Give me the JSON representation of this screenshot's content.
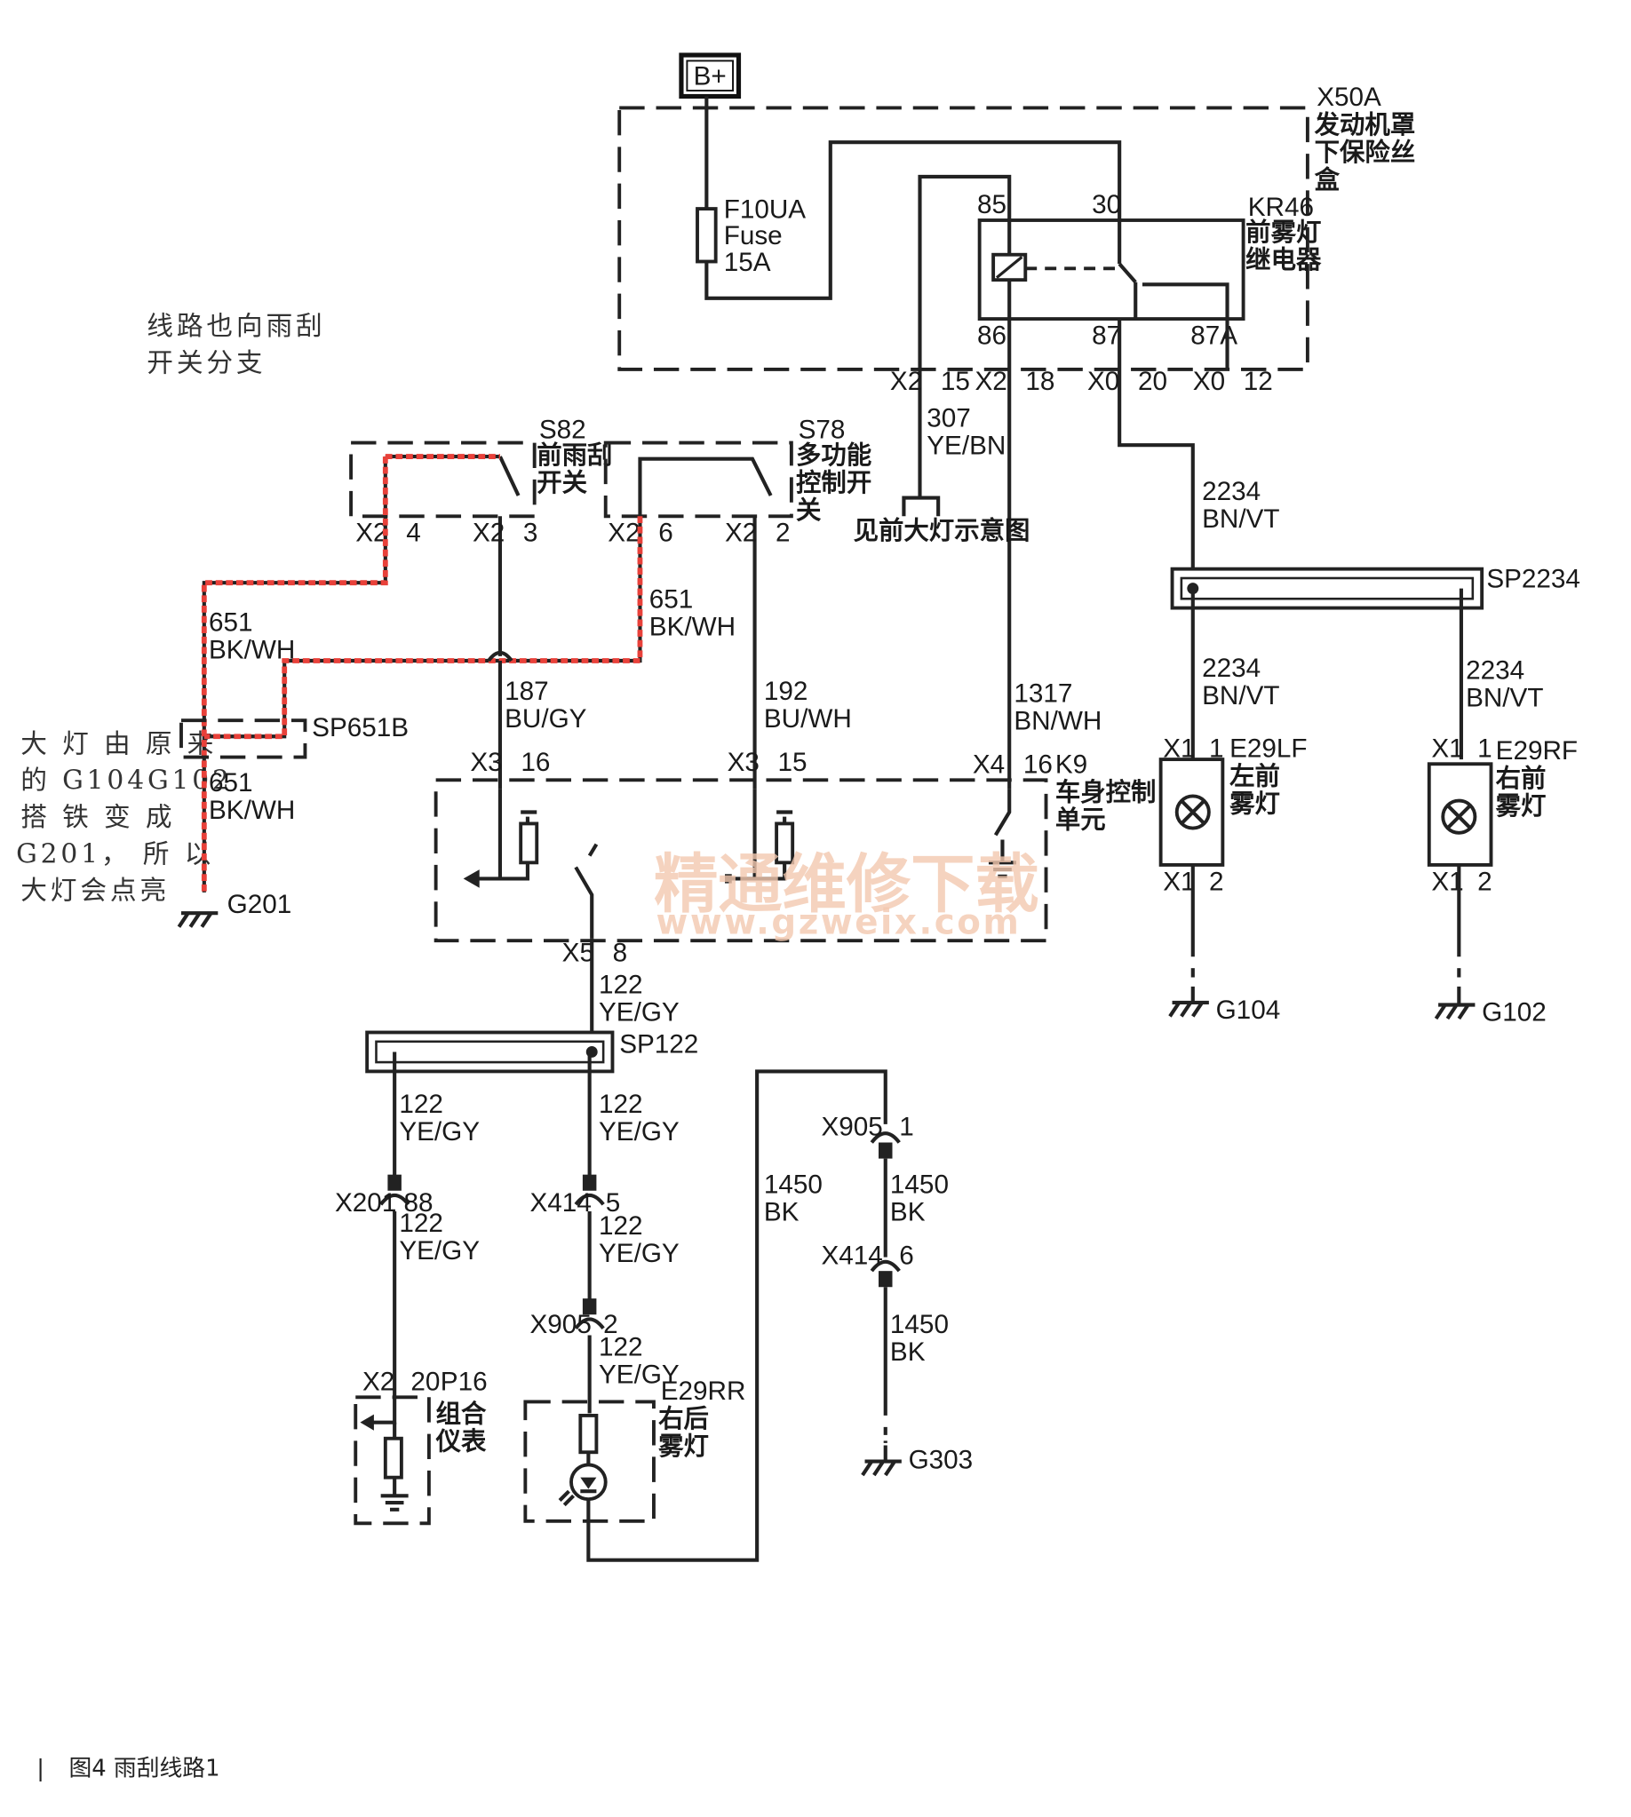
{
  "power": {
    "label": "B+"
  },
  "fusebox": {
    "id": "X50A",
    "name_lines": [
      "发动机罩",
      "下保险丝",
      "盒"
    ]
  },
  "fuse": {
    "id": "F10UA",
    "type": "Fuse",
    "rating": "15A"
  },
  "relay": {
    "id": "KR46",
    "name_lines": [
      "前雾灯",
      "继电器"
    ],
    "pins": {
      "p85": "85",
      "p30": "30",
      "p86": "86",
      "p87": "87",
      "p87a": "87A"
    }
  },
  "fusebox_connectors": {
    "c1": {
      "conn": "X2",
      "pin": "15"
    },
    "c2": {
      "conn": "X2",
      "pin": "18"
    },
    "c3": {
      "conn": "X0",
      "pin": "20"
    },
    "c4": {
      "conn": "X0",
      "pin": "12"
    }
  },
  "headlamp_ref": {
    "wire": "307",
    "color": "YE/BN",
    "text": "见前大灯示意图"
  },
  "notes": {
    "top_lines": [
      "线路也向雨刮",
      "开关分支"
    ],
    "left_lines": [
      "大 灯 由 原 来",
      "的 G104G102",
      "搭  铁  变  成",
      "G201， 所 以",
      "大灯会点亮"
    ]
  },
  "s82": {
    "id": "S82",
    "name_lines": [
      "前雨刮",
      "开关"
    ],
    "pin_a": {
      "conn": "X2",
      "pin": "4"
    },
    "pin_b": {
      "conn": "X2",
      "pin": "3"
    }
  },
  "s78": {
    "id": "S78",
    "name_lines": [
      "多功能",
      "控制开",
      "关"
    ],
    "pin_a": {
      "conn": "X2",
      "pin": "6"
    },
    "pin_b": {
      "conn": "X2",
      "pin": "2"
    }
  },
  "wires": {
    "w651_left": {
      "num": "651",
      "color": "BK/WH"
    },
    "w651_right": {
      "num": "651",
      "color": "BK/WH"
    },
    "w651_low": {
      "num": "651",
      "color": "BK/WH"
    },
    "w187": {
      "num": "187",
      "color": "BU/GY"
    },
    "w192": {
      "num": "192",
      "color": "BU/WH"
    },
    "w1317": {
      "num": "1317",
      "color": "BN/WH"
    },
    "w2234_top": {
      "num": "2234",
      "color": "BN/VT"
    },
    "w2234_l": {
      "num": "2234",
      "color": "BN/VT"
    },
    "w2234_r": {
      "num": "2234",
      "color": "BN/VT"
    },
    "w122_top": {
      "num": "122",
      "color": "YE/GY"
    },
    "w122_a": {
      "num": "122",
      "color": "YE/GY"
    },
    "w122_b": {
      "num": "122",
      "color": "YE/GY"
    },
    "w122_c": {
      "num": "122",
      "color": "YE/GY"
    },
    "w122_d": {
      "num": "122",
      "color": "YE/GY"
    },
    "w122_e": {
      "num": "122",
      "color": "YE/GY"
    },
    "w1450_a": {
      "num": "1450",
      "color": "BK"
    },
    "w1450_b": {
      "num": "1450",
      "color": "BK"
    },
    "w1450_c": {
      "num": "1450",
      "color": "BK"
    }
  },
  "splices": {
    "sp651b": "SP651B",
    "sp2234": "SP2234",
    "sp122": "SP122"
  },
  "grounds": {
    "g201": "G201",
    "g104": "G104",
    "g102": "G102",
    "g303": "G303"
  },
  "bcm": {
    "id": "K9",
    "name_lines": [
      "车身控制",
      "单元"
    ],
    "pins": {
      "a": {
        "conn": "X3",
        "pin": "16"
      },
      "b": {
        "conn": "X3",
        "pin": "15"
      },
      "c": {
        "conn": "X4",
        "pin": "16"
      },
      "out": {
        "conn": "X5",
        "pin": "8"
      }
    }
  },
  "lamp_lf": {
    "id": "E29LF",
    "name_lines": [
      "左前",
      "雾灯"
    ],
    "pin_top": {
      "conn": "X1",
      "pin": "1"
    },
    "pin_bot": {
      "conn": "X1",
      "pin": "2"
    }
  },
  "lamp_rf": {
    "id": "E29RF",
    "name_lines": [
      "右前",
      "雾灯"
    ],
    "pin_top": {
      "conn": "X1",
      "pin": "1"
    },
    "pin_bot": {
      "conn": "X1",
      "pin": "2"
    }
  },
  "inline": {
    "x201": {
      "conn": "X201",
      "pin": "88"
    },
    "x414a": {
      "conn": "X414",
      "pin": "5"
    },
    "x905a": {
      "conn": "X905",
      "pin": "2"
    },
    "x905b": {
      "conn": "X905",
      "pin": "1"
    },
    "x414b": {
      "conn": "X414",
      "pin": "6"
    }
  },
  "cluster": {
    "id": "P16",
    "name_lines": [
      "组合",
      "仪表"
    ],
    "pin": {
      "conn": "X2",
      "pin": "20"
    }
  },
  "rear_fog": {
    "id": "E29RR",
    "name_lines": [
      "右后",
      "雾灯"
    ]
  },
  "watermark": {
    "line1": "精通维修下载",
    "line2": "www.gzweix.com"
  },
  "caption": {
    "marker": "|",
    "text": "图4  雨刮线路1"
  },
  "colors": {
    "wire": "#222222",
    "highlight": "#e8413a",
    "watermark": "#f3c9b0"
  }
}
